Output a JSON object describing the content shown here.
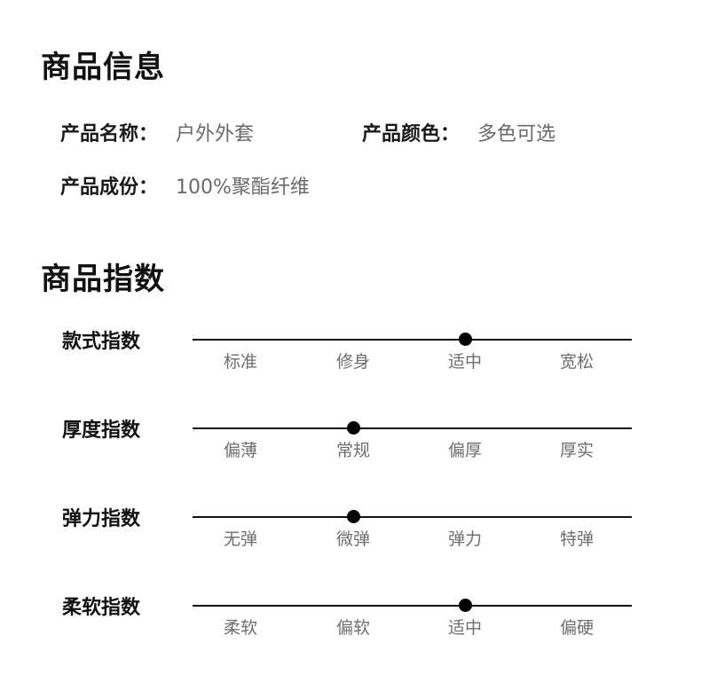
{
  "info_section": {
    "title": "商品信息",
    "fields": [
      {
        "key": "产品名称：",
        "value": "户外外套"
      },
      {
        "key": "产品颜色：",
        "value": "多色可选"
      },
      {
        "key": "产品成份：",
        "value": "100%聚酯纤维"
      }
    ]
  },
  "index_section": {
    "title": "商品指数",
    "indices": [
      {
        "label": "款式指数",
        "options": [
          "标准",
          "修身",
          "适中",
          "宽松"
        ],
        "selected": "适中"
      },
      {
        "label": "厚度指数",
        "options": [
          "偏薄",
          "常规",
          "偏厚",
          "厚实"
        ],
        "selected": "常规"
      },
      {
        "label": "弹力指数",
        "options": [
          "无弹",
          "微弹",
          "弹力",
          "特弹"
        ],
        "selected": "微弹"
      },
      {
        "label": "柔软指数",
        "options": [
          "柔软",
          "偏软",
          "适中",
          "偏硬"
        ],
        "selected": "适中"
      }
    ]
  }
}
